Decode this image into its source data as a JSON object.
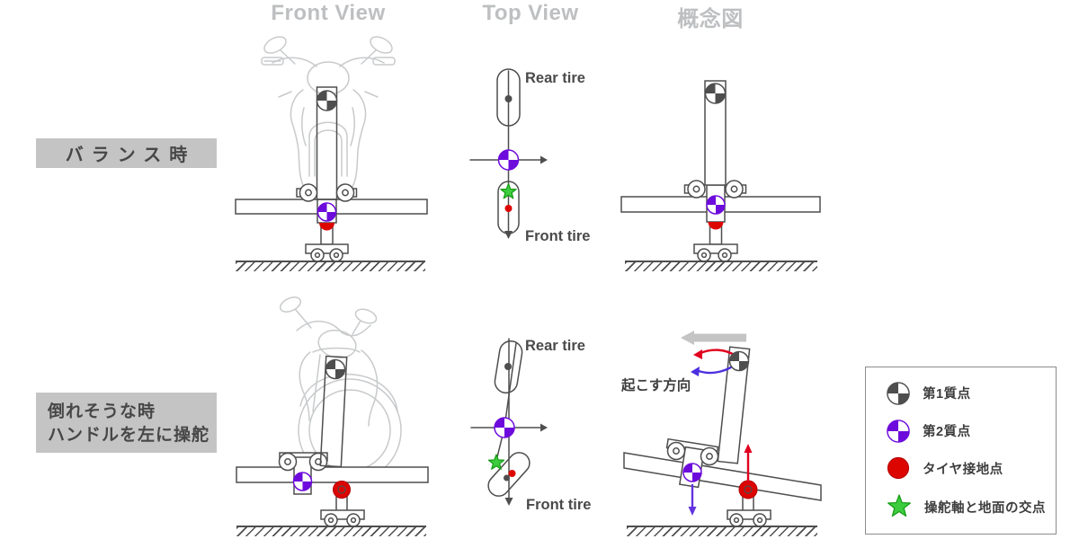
{
  "headers": {
    "front_view": "Front View",
    "top_view": "Top View",
    "concept": "概念図"
  },
  "row_labels": [
    {
      "lines": [
        "バランス時"
      ]
    },
    {
      "lines": [
        "倒れそうな時",
        "ハンドルを左に操舵"
      ]
    }
  ],
  "top_view": {
    "rear_tire": "Rear tire",
    "front_tire": "Front tire"
  },
  "annotations": {
    "raise_direction": "起こす方向"
  },
  "legend": {
    "items": [
      {
        "icon": "mass1-marker",
        "label": "第1質点"
      },
      {
        "icon": "mass2-marker",
        "label": "第2質点"
      },
      {
        "icon": "tire-contact-marker",
        "label": "タイヤ接地点"
      },
      {
        "icon": "steer-axis-ground-marker",
        "label": "操舵軸と地面の交点"
      }
    ]
  },
  "colors": {
    "ink": "#4E4E4E",
    "sketch": "#C8CACC",
    "header": "#BDBFC1",
    "label-bg": "#C4C4C4",
    "label-text": "#474747",
    "purple": "#6D0BDC",
    "red": "#DD0500",
    "green": "#3DCC3D",
    "green-dark": "#129A12",
    "arrow-red": "#E0001E",
    "arrow-blue": "#4B2FE0",
    "arrow-purple": "#6233DF",
    "gray-arrow": "#C4C4C4",
    "legend-border": "#8C8C8C"
  }
}
